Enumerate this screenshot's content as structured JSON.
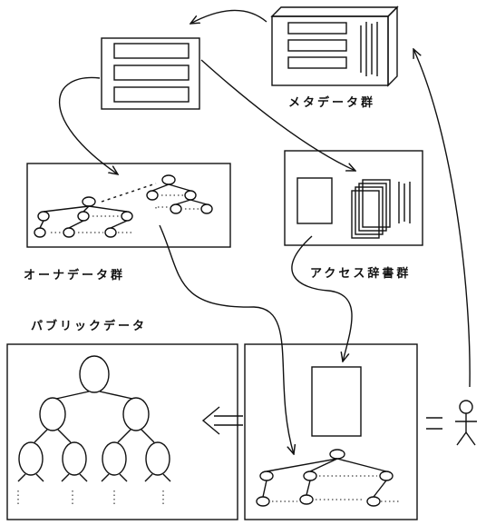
{
  "labels": {
    "metadata": "メタデータ群",
    "owner_data": "オーナデータ群",
    "access_dictionary": "アクセス辞書群",
    "public_data": "パブリックデータ"
  }
}
